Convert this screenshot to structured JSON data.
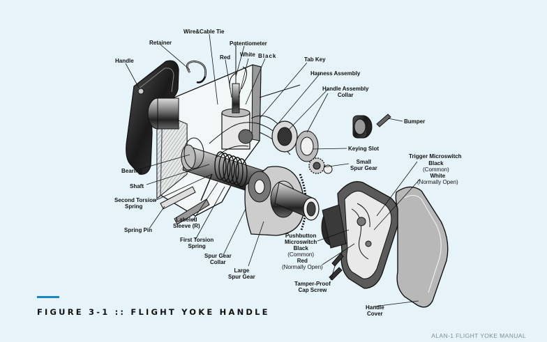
{
  "figure": {
    "title": "FIGURE 3-1 :: FLIGHT  YOKE  HANDLE",
    "footer": "ALAN-1 FLIGHT YOKE MANUAL"
  },
  "labels": {
    "handle": "Handle",
    "retainer": "Retainer",
    "wire_cable_tie": "Wire&Cable  Tie",
    "potentiometer": "Potentiometer",
    "red": "Red",
    "white": "White",
    "black": "Black",
    "tab_key": "Tab  Key",
    "harness_assembly": "Harness Assembly",
    "handle_assembly_collar_1": "Handle Assembly",
    "handle_assembly_collar_2": "Collar",
    "bumper": "Bumper",
    "keying_slot": "Keying Slot",
    "small_spur_gear_1": "Small",
    "small_spur_gear_2": "Spur Gear",
    "trigger_microswitch": "Trigger   Microswitch",
    "trigger_black": "Black",
    "trigger_common": "(Common)",
    "trigger_white": "White",
    "trigger_normally_open": "(Normally Open)",
    "bearing": "Bearing",
    "shaft": "Shaft",
    "second_torsion_spring_1": "Second  Torsion",
    "second_torsion_spring_2": "Spring",
    "labeled_sleeve_1": "Labeled",
    "labeled_sleeve_2": "Sleeve (R)",
    "spring_pin": "Spring  Pin",
    "first_torsion_spring_1": "First Torsion",
    "first_torsion_spring_2": "Spring",
    "spur_gear_collar_1": "Spur Gear",
    "spur_gear_collar_2": "Collar",
    "large_spur_gear_1": "Large",
    "large_spur_gear_2": "Spur Gear",
    "pushbutton_microswitch_1": "Pushbutton",
    "pushbutton_microswitch_2": "Microswitch",
    "pushbutton_black": "Black",
    "pushbutton_common": "(Common)",
    "pushbutton_red": "Red",
    "pushbutton_normally_open": "(Normally Open)",
    "tamper_proof_1": "Tamper-Proof",
    "tamper_proof_2": "Cap Screw",
    "handle_cover_1": "Handle",
    "handle_cover_2": "Cover"
  },
  "colors": {
    "background": "#e6f3f9",
    "accent": "#1b86c6"
  }
}
